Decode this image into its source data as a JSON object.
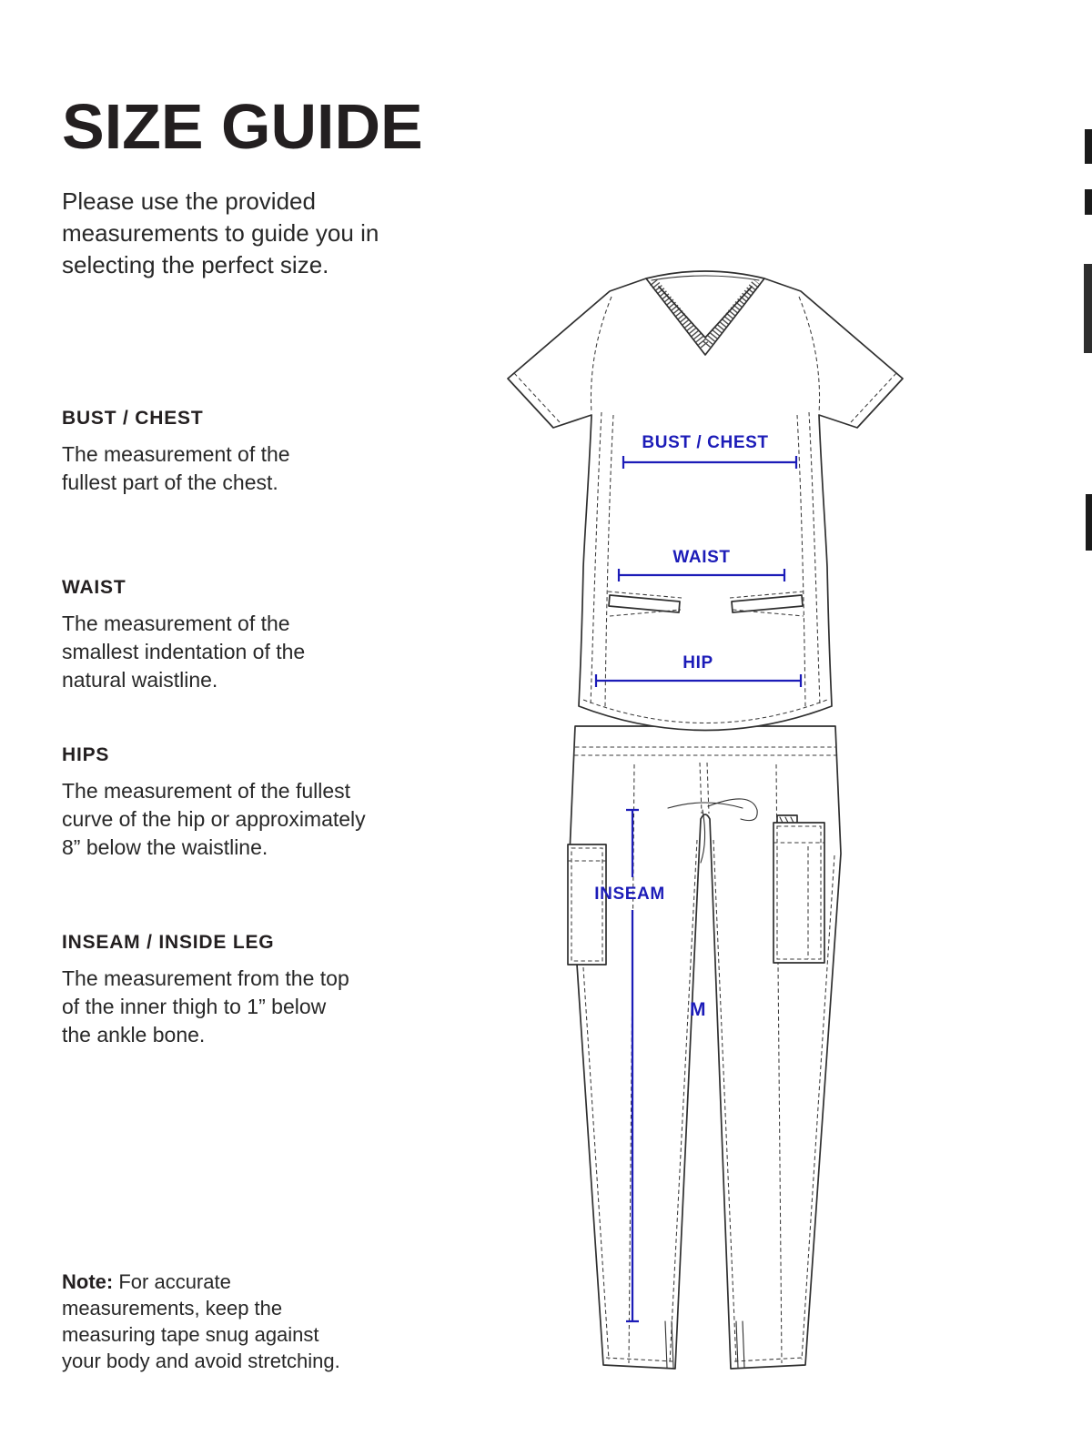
{
  "page": {
    "title": "SIZE GUIDE",
    "intro": "Please use the provided\nmeasurements to guide you in\nselecting the perfect size."
  },
  "sections": [
    {
      "heading": "BUST / CHEST",
      "body": "The measurement of the\nfullest part of the chest."
    },
    {
      "heading": "WAIST",
      "body": "The measurement of the\nsmallest indentation of the\nnatural waistline."
    },
    {
      "heading": "HIPS",
      "body": "The measurement of the fullest\ncurve of the hip or approximately\n8” below the waistline."
    },
    {
      "heading": "INSEAM / INSIDE LEG",
      "body": "The measurement from the top\nof the inner thigh to 1” below\nthe ankle bone."
    }
  ],
  "note": {
    "label": "Note:",
    "body": "For accurate\nmeasurements, keep the\nmeasuring tape snug against\nyour body and avoid stretching."
  },
  "diagram": {
    "bust_label": "BUST / CHEST",
    "waist_label": "WAIST",
    "hip_label": "HIP",
    "inseam_label": "INSEAM",
    "size_label": "M",
    "accent_color": "#1c1cb8",
    "line_color": "#2f2f2f"
  }
}
